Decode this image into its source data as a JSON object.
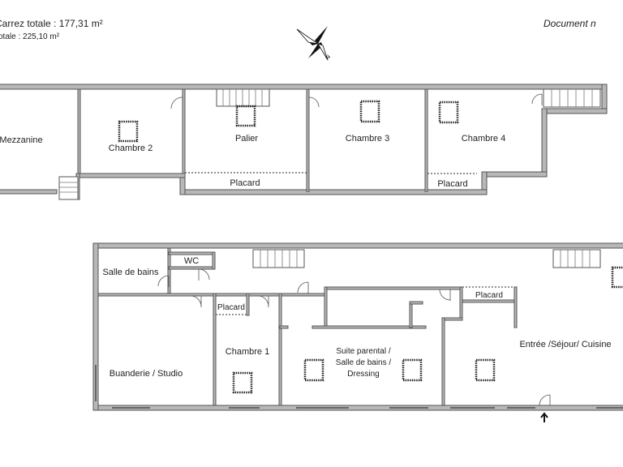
{
  "header": {
    "carrez_total": "Carrez totale : 177,31 m²",
    "surface_total": "otale : 225,10 m²",
    "document_note": "Document n",
    "compass_label": "N"
  },
  "upper_floor": {
    "rooms": [
      "Mezzanine",
      "Chambre 2",
      "Palier",
      "Chambre 3",
      "Chambre 4",
      "Placard",
      "Placard"
    ]
  },
  "lower_floor": {
    "rooms": [
      "Salle de bains",
      "WC",
      "Placard",
      "Placard",
      "Buanderie / Studio",
      "Chambre 1",
      "Entrée /Séjour/ Cuisine"
    ],
    "suite_lines": [
      "Suite parental /",
      "Salle de bains /",
      "Dressing"
    ]
  }
}
